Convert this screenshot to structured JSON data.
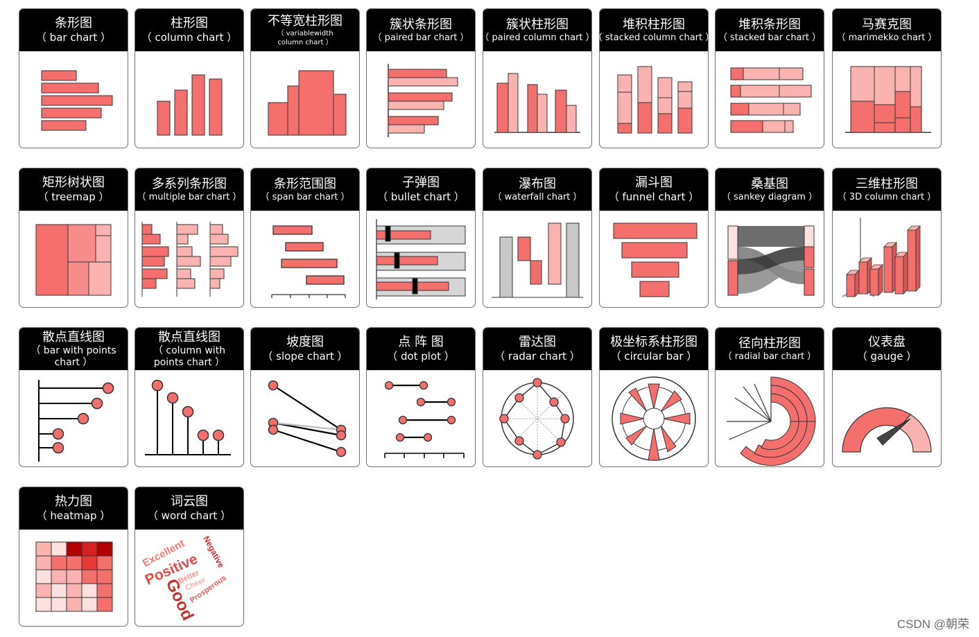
{
  "colors": {
    "primary": "#f56f6c",
    "light": "#fbb3b0",
    "lighter": "#fde0df",
    "dark": "#b50000",
    "gray": "#c8c8c8",
    "header": "#000000"
  },
  "cards": [
    {
      "zh": "条形图",
      "en": "（ bar chart ）",
      "icon": "bar-chart-icon"
    },
    {
      "zh": "柱形图",
      "en": "（ column chart ）",
      "icon": "column-chart-icon"
    },
    {
      "zh": "不等宽柱形图",
      "en": "（ variablewidth column chart ）",
      "icon": "variable-width-column-chart-icon"
    },
    {
      "zh": "簇状条形图",
      "en": "（ paired bar chart ）",
      "icon": "paired-bar-chart-icon"
    },
    {
      "zh": "簇状柱形图",
      "en": "（ paired column chart ）",
      "icon": "paired-column-chart-icon"
    },
    {
      "zh": "堆积柱形图",
      "en": "（ stacked column chart ）",
      "icon": "stacked-column-chart-icon"
    },
    {
      "zh": "堆积条形图",
      "en": "（ stacked bar chart ）",
      "icon": "stacked-bar-chart-icon"
    },
    {
      "zh": "马赛克图",
      "en": "（ marimekko chart ）",
      "icon": "marimekko-chart-icon"
    },
    {
      "zh": "矩形树状图",
      "en": "（ treemap ）",
      "icon": "treemap-icon"
    },
    {
      "zh": "多系列条形图",
      "en": "（ multiple bar chart ）",
      "icon": "multiple-bar-chart-icon"
    },
    {
      "zh": "条形范围图",
      "en": "（ span bar chart ）",
      "icon": "span-bar-chart-icon"
    },
    {
      "zh": "子弹图",
      "en": "（ bullet chart ）",
      "icon": "bullet-chart-icon"
    },
    {
      "zh": "瀑布图",
      "en": "（ waterfall chart ）",
      "icon": "waterfall-chart-icon"
    },
    {
      "zh": "漏斗图",
      "en": "（ funnel chart ）",
      "icon": "funnel-chart-icon"
    },
    {
      "zh": "桑基图",
      "en": "（ sankey diagram ）",
      "icon": "sankey-diagram-icon"
    },
    {
      "zh": "三维柱形图",
      "en": "（ 3D column chart ）",
      "icon": "3d-column-chart-icon"
    },
    {
      "zh": "散点直线图",
      "en": "（ bar with points chart ）",
      "icon": "bar-with-points-chart-icon"
    },
    {
      "zh": "散点直线图",
      "en": "（ column with points chart ）",
      "icon": "column-with-points-chart-icon"
    },
    {
      "zh": "坡度图",
      "en": "（ slope chart ）",
      "icon": "slope-chart-icon"
    },
    {
      "zh": "点 阵 图",
      "en": "（ dot plot ）",
      "icon": "dot-plot-icon"
    },
    {
      "zh": "雷达图",
      "en": "（ radar chart ）",
      "icon": "radar-chart-icon"
    },
    {
      "zh": "极坐标系柱形图",
      "en": "（ circular bar ）",
      "icon": "circular-bar-icon"
    },
    {
      "zh": "径向柱形图",
      "en": "（ radial bar chart ）",
      "icon": "radial-bar-chart-icon"
    },
    {
      "zh": "仪表盘",
      "en": "（ gauge ）",
      "icon": "gauge-icon"
    },
    {
      "zh": "热力图",
      "en": "（ heatmap ）",
      "icon": "heatmap-icon"
    },
    {
      "zh": "词云图",
      "en": "（ word chart ）",
      "icon": "word-chart-icon"
    }
  ],
  "word_cloud": [
    "Excellent",
    "Positive",
    "Good",
    "Better",
    "Cheer",
    "Prosperous",
    "Negative"
  ],
  "watermark": "CSDN @朝荣"
}
